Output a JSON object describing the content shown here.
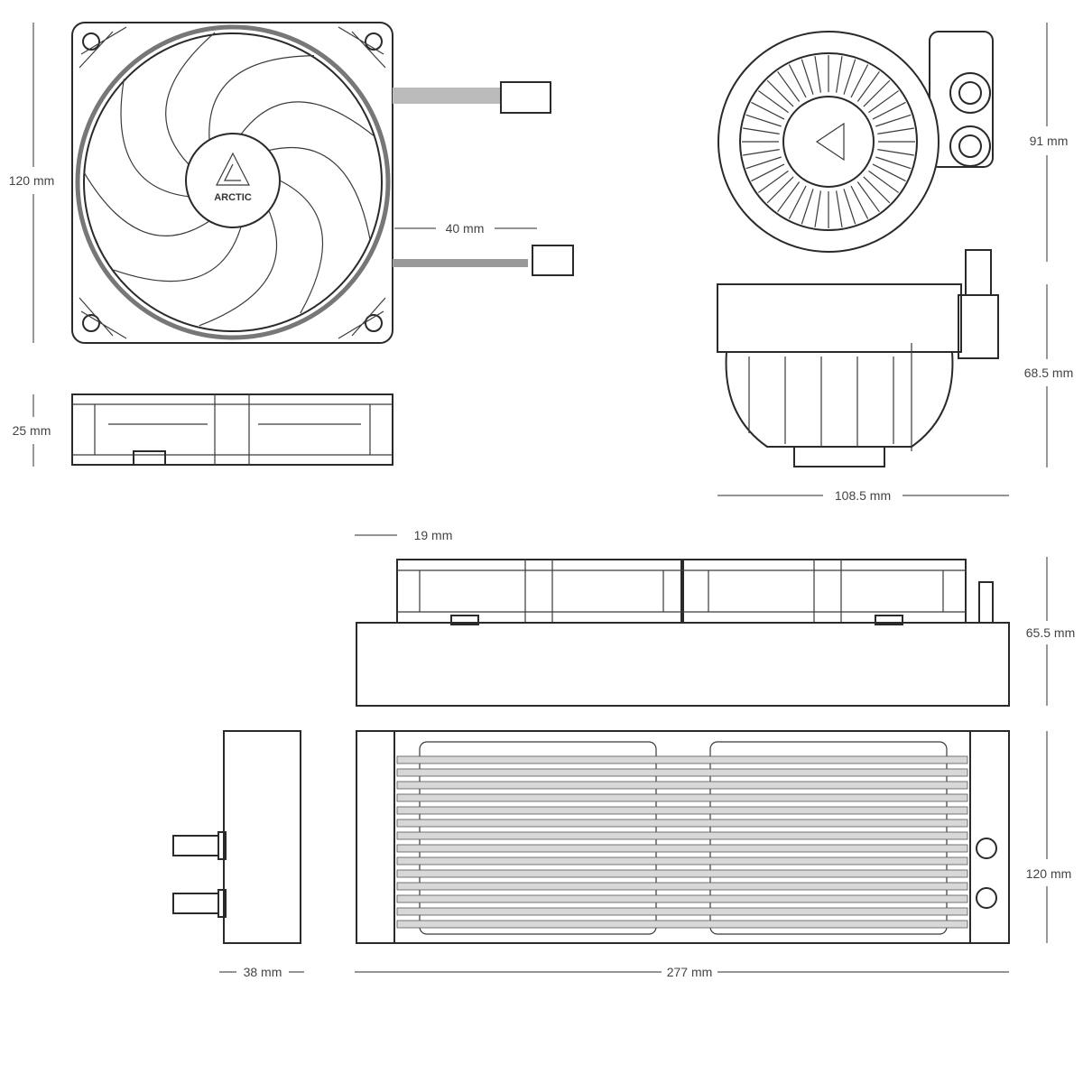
{
  "brand_logo": "ARCTIC",
  "dimensions": {
    "fan_height": "120 mm",
    "cable_length": "40 mm",
    "fan_thickness": "25 mm",
    "pump_diameter": "91 mm",
    "pump_height": "68.5 mm",
    "pump_width": "108.5 mm",
    "fan_offset": "19 mm",
    "radiator_assembly_thickness": "65.5 mm",
    "radiator_height": "120 mm",
    "radiator_thickness": "38 mm",
    "radiator_length": "277 mm"
  }
}
